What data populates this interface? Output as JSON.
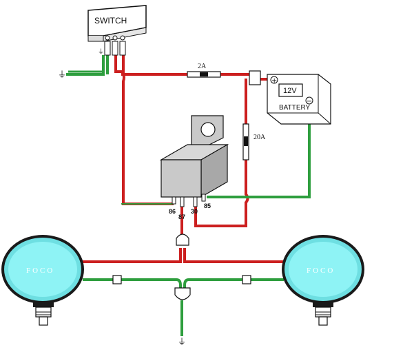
{
  "switch": {
    "label": "SWITCH",
    "ground_symbol": "⏚"
  },
  "fuse_small": {
    "label": "2A"
  },
  "fuse_large": {
    "label": "20A"
  },
  "battery": {
    "voltage": "12V",
    "label": "BATTERY",
    "positive": "+",
    "negative": "−"
  },
  "relay": {
    "pin_86": "86",
    "pin_87": "87",
    "pin_30": "30",
    "pin_85": "85"
  },
  "lamp_left": {
    "label": "FOCO"
  },
  "lamp_right": {
    "label": "FOCO"
  },
  "ground_left": {
    "symbol": "⏚"
  },
  "ground_bottom": {
    "symbol": "⏚"
  },
  "colors": {
    "red_wire": "#cc1f1f",
    "green_wire": "#2e9e3e",
    "lamp_lens": "#8ef3f5",
    "relay_body": "#c9c9c9",
    "lamp_case": "#1a1a1a"
  }
}
